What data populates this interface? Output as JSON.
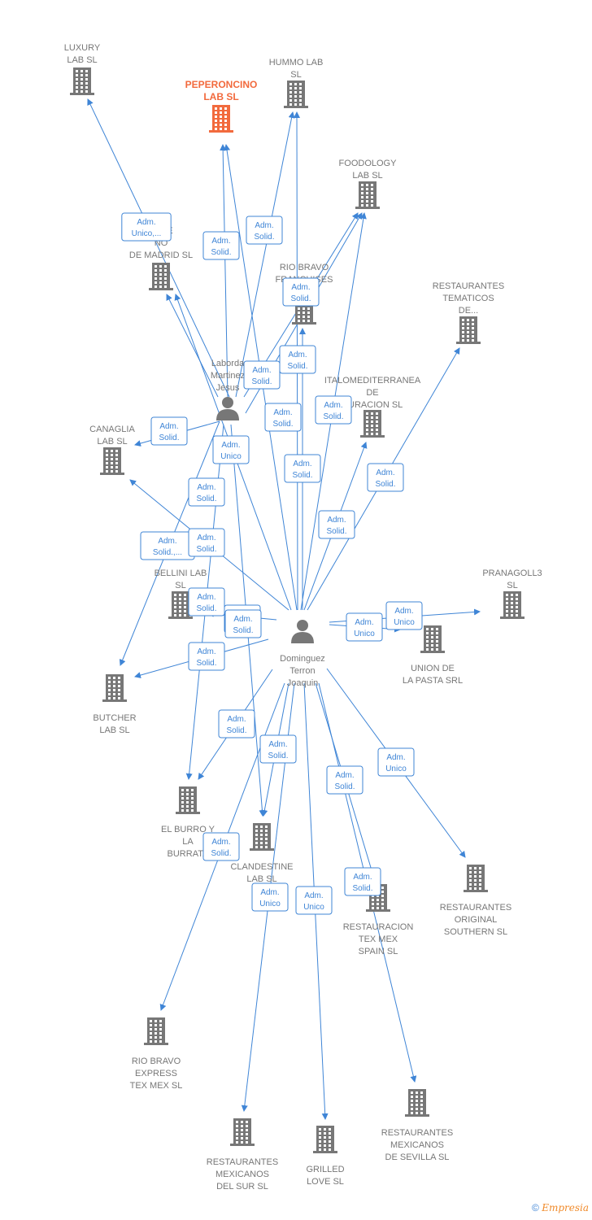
{
  "colors": {
    "edge": "#3f85d6",
    "building": "#777777",
    "building_main": "#f26a3d",
    "person": "#777777"
  },
  "nodes": [
    {
      "id": "luxury",
      "type": "company",
      "lines": [
        "LUXURY",
        "LAB  SL"
      ]
    },
    {
      "id": "peperoncino",
      "type": "company",
      "main": true,
      "lines": [
        "PEPERONCINO",
        "LAB  SL"
      ]
    },
    {
      "id": "hummo",
      "type": "company",
      "lines": [
        "HUMMO LAB",
        "SL"
      ]
    },
    {
      "id": "foodology",
      "type": "company",
      "lines": [
        "FOODOLOGY",
        "LAB  SL"
      ]
    },
    {
      "id": "restmadrid",
      "type": "company",
      "lines": [
        "ANTE",
        "NO",
        "DE MADRID  SL"
      ]
    },
    {
      "id": "riobravofr",
      "type": "company",
      "lines": [
        "RIO BRAVO",
        "FRANCHISES"
      ]
    },
    {
      "id": "tematicos",
      "type": "company",
      "lines": [
        "RESTAURANTES",
        "TEMATICOS",
        "DE..."
      ]
    },
    {
      "id": "laborda",
      "type": "person",
      "lines": [
        "Laborda",
        "Martinez",
        "Jesus"
      ]
    },
    {
      "id": "italomed",
      "type": "company",
      "lines": [
        "ITALOMEDITERRANEA",
        "DE",
        "AURACION SL"
      ]
    },
    {
      "id": "canaglia",
      "type": "company",
      "lines": [
        "CANAGLIA",
        "LAB  SL"
      ]
    },
    {
      "id": "bellini",
      "type": "company",
      "lines": [
        "BELLINI LAB",
        "SL"
      ]
    },
    {
      "id": "pranagoll",
      "type": "company",
      "lines": [
        "PRANAGOLL3",
        "SL"
      ]
    },
    {
      "id": "dominguez",
      "type": "person",
      "lines": [
        "Dominguez",
        "Terron",
        "Joaquin"
      ]
    },
    {
      "id": "unionpasta",
      "type": "company",
      "lines": [
        "UNION DE",
        "LA PASTA SRL"
      ]
    },
    {
      "id": "butcher",
      "type": "company",
      "lines": [
        "BUTCHER",
        "LAB  SL"
      ]
    },
    {
      "id": "burro",
      "type": "company",
      "lines": [
        "EL BURRO Y",
        "LA",
        "BURRATA"
      ]
    },
    {
      "id": "clandestine",
      "type": "company",
      "lines": [
        "CLANDESTINE",
        "LAB  SL"
      ]
    },
    {
      "id": "texmexspain",
      "type": "company",
      "lines": [
        "RESTAURACION",
        "TEX MEX",
        "SPAIN  SL"
      ]
    },
    {
      "id": "original",
      "type": "company",
      "lines": [
        "RESTAURANTES",
        "ORIGINAL",
        "SOUTHERN SL"
      ]
    },
    {
      "id": "riobravoexp",
      "type": "company",
      "lines": [
        "RIO BRAVO",
        "EXPRESS",
        "TEX MEX  SL"
      ]
    },
    {
      "id": "mexsur",
      "type": "company",
      "lines": [
        "RESTAURANTES",
        "MEXICANOS",
        "DEL SUR SL"
      ]
    },
    {
      "id": "grilled",
      "type": "company",
      "lines": [
        "GRILLED",
        "LOVE  SL"
      ]
    },
    {
      "id": "mexsevilla",
      "type": "company",
      "lines": [
        "RESTAURANTES",
        "MEXICANOS",
        "DE SEVILLA  SL"
      ]
    }
  ],
  "edges": [
    {
      "from": "laborda",
      "to": "luxury",
      "label": [
        "Adm.",
        "Unico,..."
      ]
    },
    {
      "from": "laborda",
      "to": "peperoncino",
      "label": [
        "Adm.",
        "Solid."
      ]
    },
    {
      "from": "laborda",
      "to": "hummo",
      "label": [
        "Adm.",
        "Solid."
      ]
    },
    {
      "from": "laborda",
      "to": "foodology",
      "label": [
        "Adm.",
        "Solid."
      ]
    },
    {
      "from": "laborda",
      "to": "restmadrid",
      "label": []
    },
    {
      "from": "laborda",
      "to": "italomed",
      "label": [
        "Adm.",
        "Solid."
      ]
    },
    {
      "from": "laborda",
      "to": "canaglia",
      "label": [
        "Adm.",
        "Solid."
      ]
    },
    {
      "from": "laborda",
      "to": "butcher",
      "label": [
        "Adm.",
        "Solid.,..."
      ]
    },
    {
      "from": "laborda",
      "to": "burro",
      "label": [
        "Adm.",
        "Solid."
      ]
    },
    {
      "from": "laborda",
      "to": "clandestine",
      "label": [
        "Adm.",
        "Unico"
      ]
    },
    {
      "from": "dominguez",
      "to": "peperoncino",
      "label": [
        "Adm.",
        "Solid."
      ]
    },
    {
      "from": "dominguez",
      "to": "hummo",
      "label": [
        "Adm.",
        "Solid."
      ]
    },
    {
      "from": "dominguez",
      "to": "foodology",
      "label": [
        "Adm.",
        "Solid."
      ]
    },
    {
      "from": "dominguez",
      "to": "riobravofr",
      "label": [
        "Adm.",
        "Solid."
      ]
    },
    {
      "from": "dominguez",
      "to": "tematicos",
      "label": [
        "Adm.",
        "Solid."
      ]
    },
    {
      "from": "dominguez",
      "to": "italomed",
      "label": [
        "Adm.",
        "Solid."
      ]
    },
    {
      "from": "dominguez",
      "to": "canaglia",
      "label": [
        "Adm.",
        "Solid."
      ]
    },
    {
      "from": "dominguez",
      "to": "restmadrid",
      "label": []
    },
    {
      "from": "dominguez",
      "to": "bellini",
      "label": [
        "Adm.",
        "Solid."
      ]
    },
    {
      "from": "dominguez",
      "to": "butcher",
      "label": [
        "Adm.",
        "Solid."
      ]
    },
    {
      "from": "dominguez",
      "to": "pranagoll",
      "label": [
        "Adm.",
        "Unico"
      ]
    },
    {
      "from": "dominguez",
      "to": "unionpasta",
      "label": [
        "Adm.",
        "Unico"
      ]
    },
    {
      "from": "dominguez",
      "to": "burro",
      "label": [
        "Adm.",
        "Solid."
      ]
    },
    {
      "from": "dominguez",
      "to": "clandestine",
      "label": [
        "Adm.",
        "Solid."
      ]
    },
    {
      "from": "dominguez",
      "to": "texmexspain",
      "label": [
        "Adm.",
        "Solid."
      ]
    },
    {
      "from": "dominguez",
      "to": "original",
      "label": [
        "Adm.",
        "Unico"
      ]
    },
    {
      "from": "dominguez",
      "to": "riobravoexp",
      "label": [
        "Adm.",
        "Solid."
      ]
    },
    {
      "from": "dominguez",
      "to": "mexsur",
      "label": [
        "Adm.",
        "Unico"
      ]
    },
    {
      "from": "dominguez",
      "to": "grilled",
      "label": [
        "Adm.",
        "Unico"
      ]
    },
    {
      "from": "dominguez",
      "to": "mexsevilla",
      "label": [
        "Adm.",
        "Solid."
      ]
    }
  ],
  "extra_labels": [
    {
      "label": [
        "Adm.",
        "Solid."
      ]
    },
    {
      "label": [
        "Adm.",
        "Solid."
      ]
    }
  ],
  "footer": {
    "copyright": "©",
    "brand": "Empresia"
  }
}
